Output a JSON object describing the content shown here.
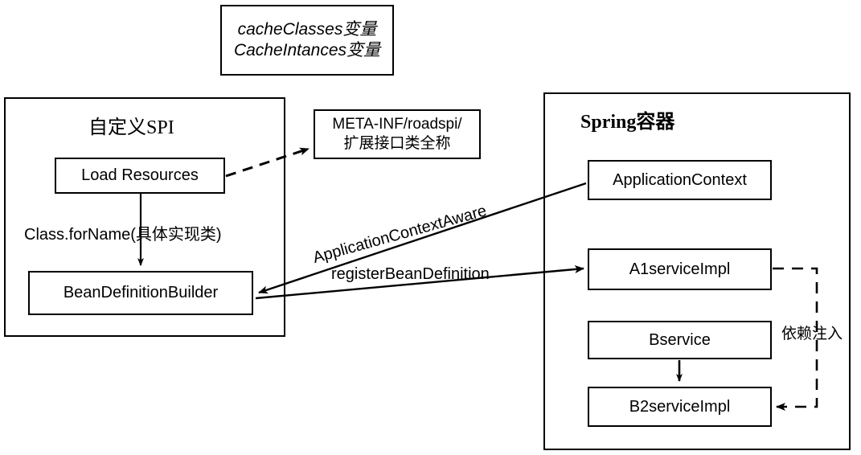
{
  "diagram": {
    "title_top_note": {
      "line1": "cacheClasses变量",
      "line2": "CacheIntances变量"
    },
    "left_container": {
      "title": "自定义SPI",
      "nodes": [
        {
          "id": "load-resources",
          "label": "Load Resources"
        },
        {
          "id": "bean-definition-builder",
          "label": "BeanDefinitionBuilder"
        }
      ],
      "edge_label": "Class.forName(具体实现类)"
    },
    "meta_inf_box": {
      "line1": "META-INF/roadspi/",
      "line2": "扩展接口类全称"
    },
    "right_container": {
      "title": "Spring容器",
      "nodes": [
        {
          "id": "application-context",
          "label": "ApplicationContext"
        },
        {
          "id": "a1-service-impl",
          "label": "A1serviceImpl"
        },
        {
          "id": "b-service",
          "label": "Bservice"
        },
        {
          "id": "b2-service-impl",
          "label": "B2serviceImpl"
        }
      ],
      "injection_label": "依赖注入"
    },
    "cross_edges": [
      {
        "id": "application-context-aware",
        "label": "ApplicationContextAware"
      },
      {
        "id": "register-bean-definition",
        "label": "registerBeanDefinition"
      }
    ],
    "colors": {
      "stroke": "#000000",
      "fill": "#ffffff",
      "text": "#000000"
    }
  }
}
